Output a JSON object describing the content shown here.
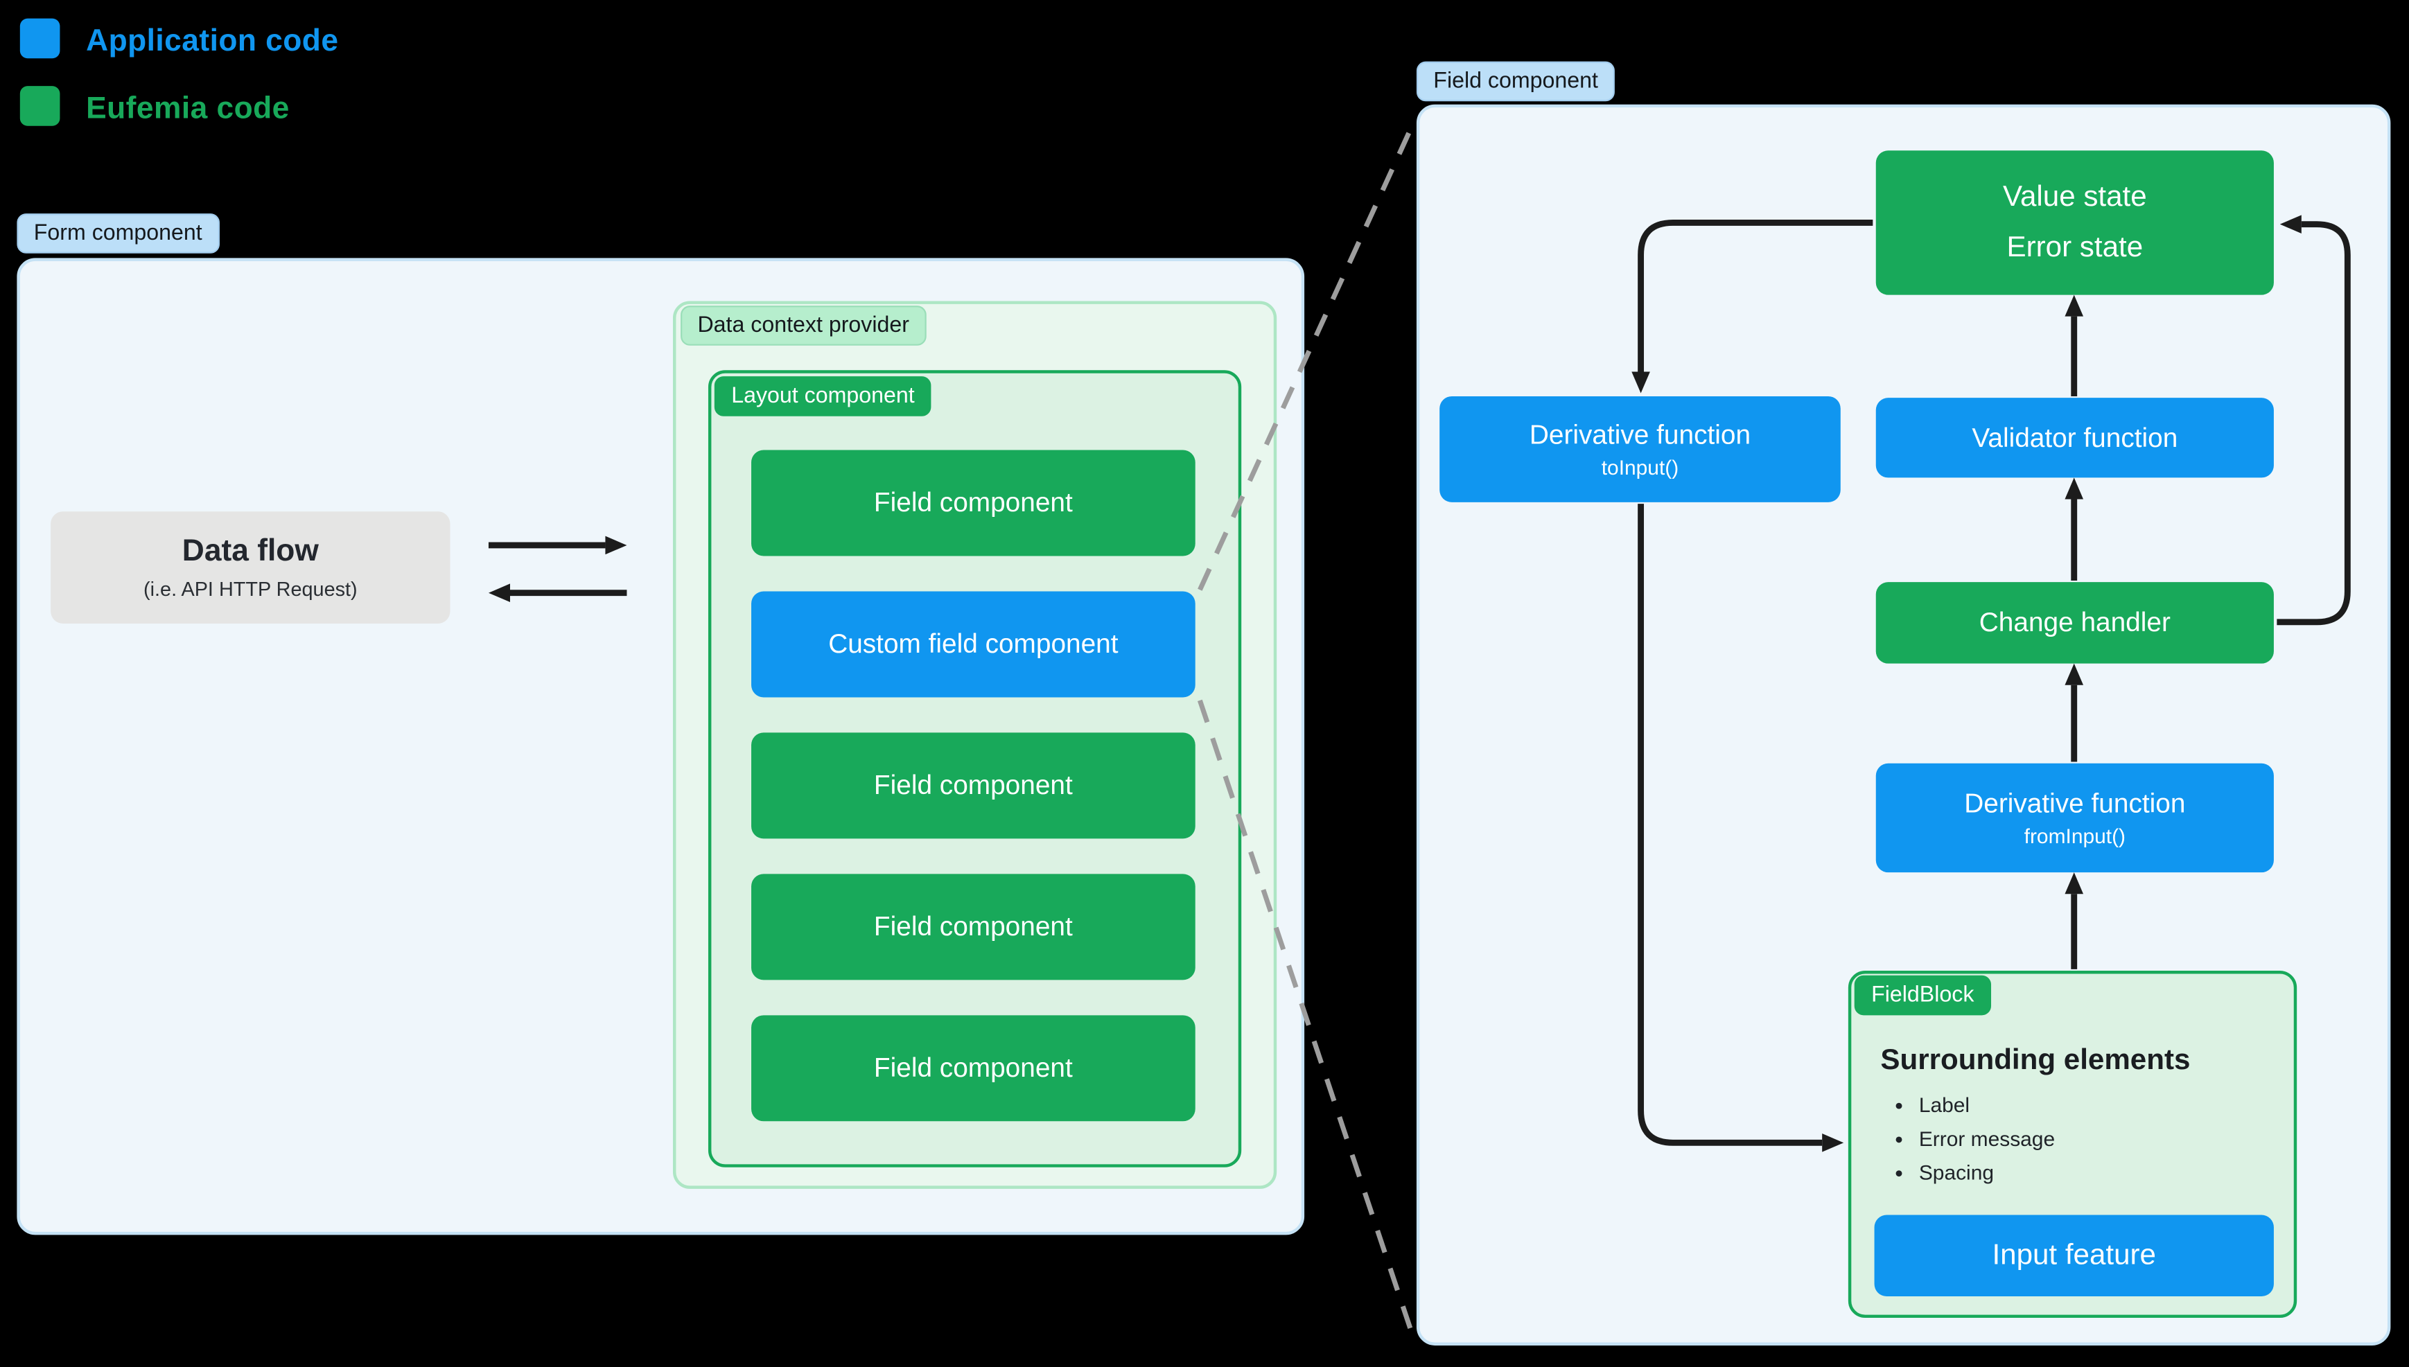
{
  "legend": {
    "items": [
      {
        "label": "Application code",
        "color": "#1096F0"
      },
      {
        "label": "Eufemia code",
        "color": "#18A95A"
      }
    ]
  },
  "form_section": {
    "tag": "Form component",
    "data_flow": {
      "title": "Data flow",
      "subtitle": "(i.e. API HTTP Request)"
    },
    "data_context_provider": {
      "tag": "Data context provider",
      "layout_component": {
        "tag": "Layout component",
        "fields": [
          {
            "label": "Field component",
            "kind": "eufemia"
          },
          {
            "label": "Custom field component",
            "kind": "application"
          },
          {
            "label": "Field component",
            "kind": "eufemia"
          },
          {
            "label": "Field component",
            "kind": "eufemia"
          },
          {
            "label": "Field component",
            "kind": "eufemia"
          }
        ]
      }
    }
  },
  "field_section": {
    "tag": "Field component",
    "value_state": {
      "line1": "Value state",
      "line2": "Error state"
    },
    "derivative_to_input": {
      "title": "Derivative function",
      "subtitle": "toInput()"
    },
    "validator": {
      "label": "Validator function"
    },
    "change_handler": {
      "label": "Change handler"
    },
    "derivative_from_input": {
      "title": "Derivative function",
      "subtitle": "fromInput()"
    },
    "field_block": {
      "tag": "FieldBlock",
      "heading": "Surrounding elements",
      "bullets": [
        "Label",
        "Error message",
        "Spacing"
      ],
      "input_feature": {
        "label": "Input feature"
      }
    }
  },
  "colors": {
    "application_blue": "#1096F0",
    "eufemia_green": "#18A95A",
    "panel_bg": "#EFF6FB",
    "panel_border": "#C5E2F5",
    "tag_blue_bg": "#BCDFF8",
    "container_light_green_bg": "#E9F7EE",
    "container_light_green_border": "#ADE6C4",
    "container_inner_green_bg": "#DCF2E3",
    "tag_light_green_bg": "#B6EECD",
    "gray_box_bg": "#E5E5E4",
    "arrow": "#1C1C1C",
    "dashed_line": "#9D9D9D",
    "background": "#000000"
  }
}
